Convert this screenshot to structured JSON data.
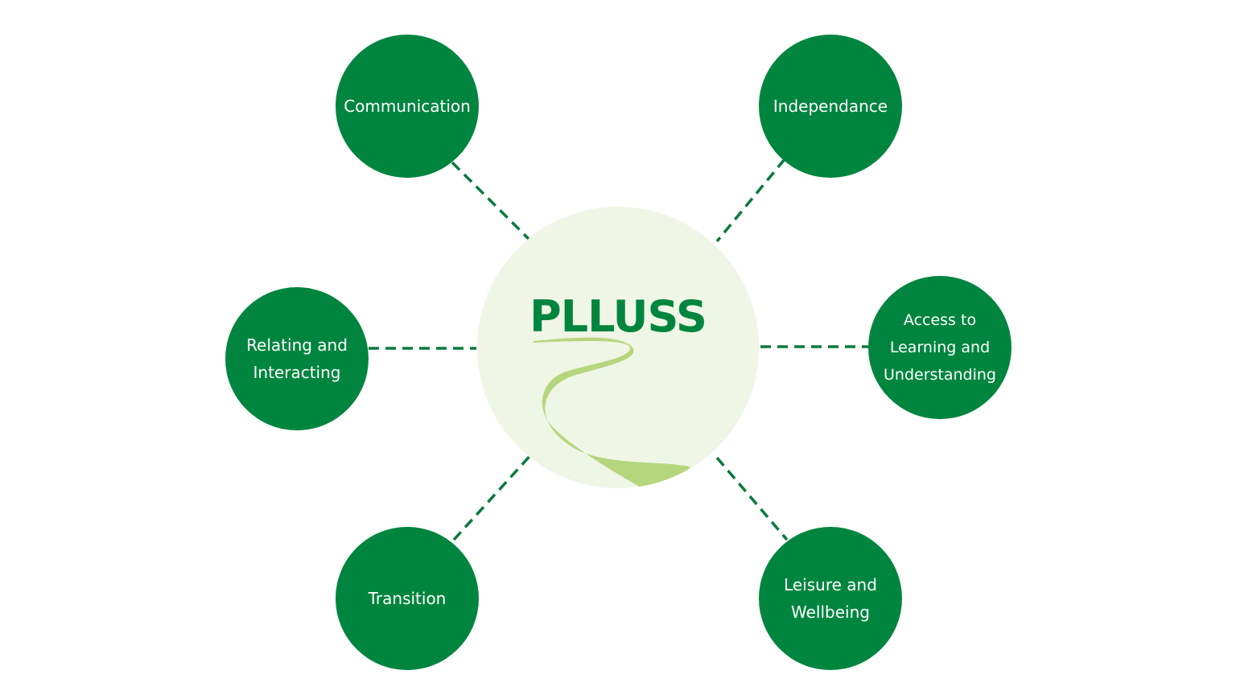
{
  "center": {
    "title": "PLLUSS",
    "logo_icon": "winding-path-icon"
  },
  "colors": {
    "node_fill": "#00853f",
    "hub_fill": "#eff6e6",
    "path_fill": "#b6d67e",
    "connector": "#0a7a3c",
    "label_text": "#ffffff"
  },
  "nodes": [
    {
      "id": "communication",
      "label": "Communication"
    },
    {
      "id": "independance",
      "label": "Independance"
    },
    {
      "id": "relating",
      "label": "Relating and\nInteracting"
    },
    {
      "id": "access",
      "label": "Access to\nLearning and\nUnderstanding"
    },
    {
      "id": "transition",
      "label": "Transition"
    },
    {
      "id": "leisure",
      "label": "Leisure and\nWellbeing"
    }
  ]
}
